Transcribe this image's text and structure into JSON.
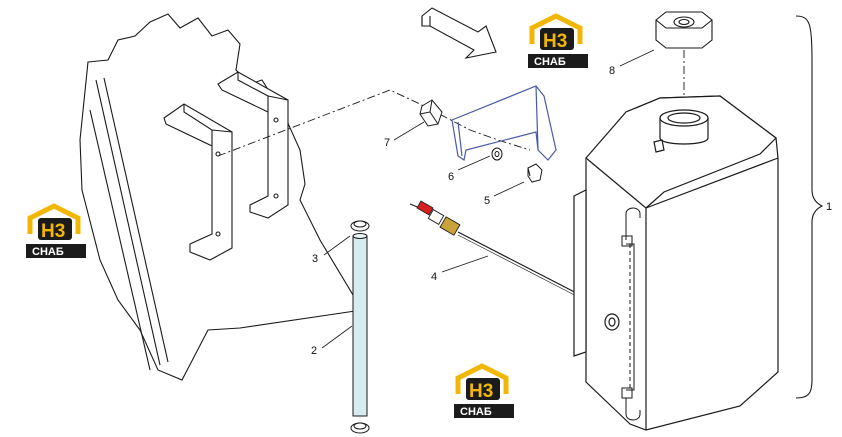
{
  "callouts": [
    {
      "id": "1",
      "label": "1"
    },
    {
      "id": "2",
      "label": "2"
    },
    {
      "id": "3",
      "label": "3"
    },
    {
      "id": "4",
      "label": "4"
    },
    {
      "id": "5",
      "label": "5"
    },
    {
      "id": "6",
      "label": "6"
    },
    {
      "id": "7",
      "label": "7"
    },
    {
      "id": "8",
      "label": "8"
    }
  ],
  "logo": {
    "top": "H3",
    "bottom": "CHAБ"
  },
  "colors": {
    "line": "#1a1a1a",
    "bracket": "#4a5aa8",
    "logo_gold": "#f2b705",
    "logo_dark": "#1b1b1b",
    "sensor_red": "#d42020",
    "sensor_gold": "#c9a23a"
  }
}
